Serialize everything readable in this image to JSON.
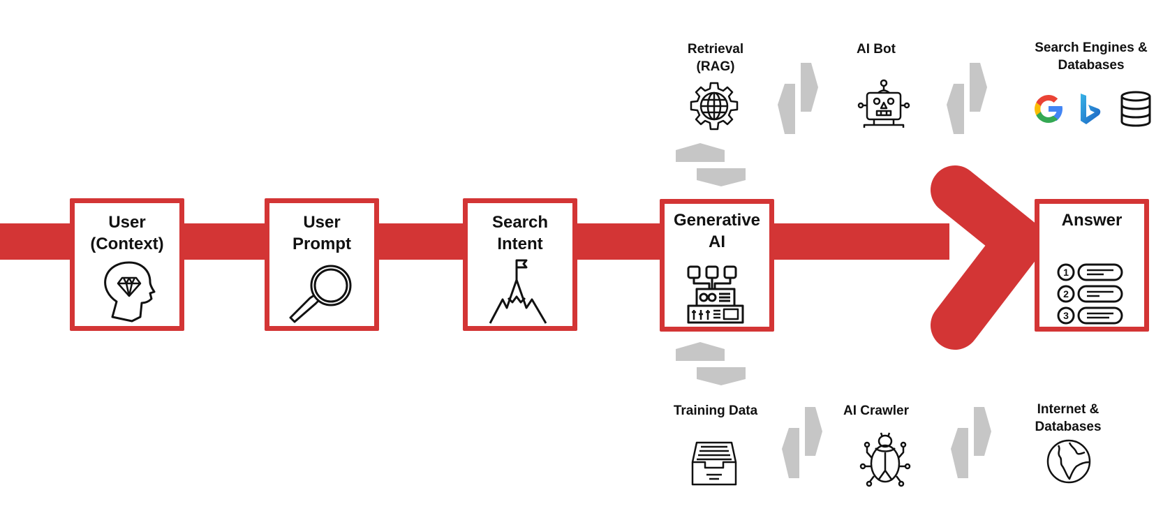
{
  "colors": {
    "flow_red": "#d33535",
    "connector_gray": "#c6c6c6",
    "icon_stroke": "#111111"
  },
  "main_flow": [
    {
      "id": "user-context",
      "title_lines": [
        "User",
        "(Context)"
      ],
      "icon": "head-diamond-icon"
    },
    {
      "id": "user-prompt",
      "title_lines": [
        "User",
        "Prompt"
      ],
      "icon": "magnifier-icon"
    },
    {
      "id": "search-intent",
      "title_lines": [
        "Search",
        "Intent"
      ],
      "icon": "mountain-flag-icon"
    },
    {
      "id": "generative-ai",
      "title_lines": [
        "Generative",
        "AI"
      ],
      "icon": "ai-server-icon"
    },
    {
      "id": "answer",
      "title_lines": [
        "Answer"
      ],
      "icon": "numbered-list-icon",
      "list_numbers": [
        "1",
        "2",
        "3"
      ]
    }
  ],
  "top_branch": [
    {
      "id": "retrieval",
      "label_lines": [
        "Retrieval",
        "(RAG)"
      ],
      "icon": "gear-globe-icon"
    },
    {
      "id": "ai-bot",
      "label_lines": [
        "AI Bot"
      ],
      "icon": "robot-icon"
    },
    {
      "id": "search-engines",
      "label_lines": [
        "Search Engines &",
        "Databases"
      ],
      "icons": [
        "google-icon",
        "bing-icon",
        "database-icon"
      ]
    }
  ],
  "bottom_branch": [
    {
      "id": "training-data",
      "label_lines": [
        "Training Data"
      ],
      "icon": "archive-tray-icon"
    },
    {
      "id": "ai-crawler",
      "label_lines": [
        "AI Crawler"
      ],
      "icon": "bug-icon"
    },
    {
      "id": "internet",
      "label_lines": [
        "Internet &",
        "Databases"
      ],
      "icon": "globe-icon"
    }
  ]
}
